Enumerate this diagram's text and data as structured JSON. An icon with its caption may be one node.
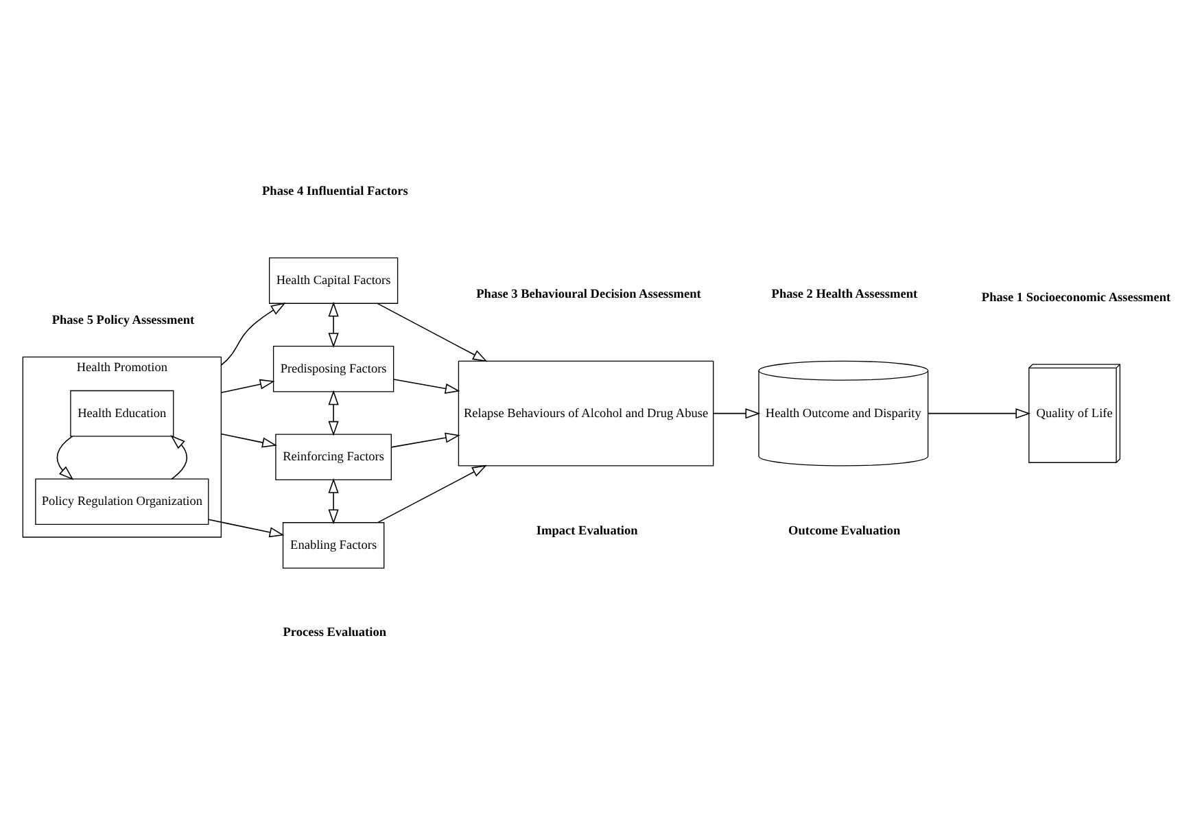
{
  "diagram": {
    "nodes": [
      {
        "text": [
          "Health Promotion"
        ]
      },
      {
        "text": [
          "Health Education"
        ],
        "in": 0
      },
      {
        "text": [
          "Policy Regulation Organization"
        ],
        "in": 0
      },
      {
        "text": [
          "Health Capital Factors"
        ]
      },
      {
        "text": [
          "Predisposing Factors"
        ]
      },
      {
        "text": [
          "Reinforcing Factors"
        ]
      },
      {
        "text": [
          "Enabling Factors"
        ]
      },
      {
        "text": [
          "Relapse Behaviours of Alcohol and Drug Abuse"
        ]
      },
      {
        "text": [
          "Health Outcome and Disparity"
        ]
      },
      {
        "text": [
          "Quality of Life"
        ]
      }
    ],
    "edges": [
      {
        "from": 0,
        "to": 3,
        "arrow": "to"
      },
      {
        "from": 0,
        "to": 4,
        "arrow": "to"
      },
      {
        "from": 0,
        "to": 5,
        "arrow": "to"
      },
      {
        "from": 2,
        "to": 1,
        "arrow": "to"
      },
      {
        "from": 1,
        "to": 2,
        "arrow": "to"
      },
      {
        "from": 2,
        "to": 6,
        "arrow": "to"
      },
      {
        "from": 3,
        "to": 4,
        "arrow": "both"
      },
      {
        "from": 4,
        "to": 5,
        "arrow": "both"
      },
      {
        "from": 5,
        "to": 6,
        "arrow": "both"
      },
      {
        "from": 3,
        "to": 7,
        "arrow": "to"
      },
      {
        "from": 4,
        "to": 7,
        "arrow": "to"
      },
      {
        "from": 5,
        "to": 7,
        "arrow": "to"
      },
      {
        "from": 6,
        "to": 7,
        "arrow": "to"
      },
      {
        "from": 7,
        "to": 8,
        "arrow": "to"
      },
      {
        "from": 8,
        "to": 9,
        "arrow": "to"
      }
    ],
    "labels": [
      "Phase 5 Policy Assessment",
      "Phase 4 Influential Factors",
      "Phase 3 Behavioural Decision Assessment",
      "Phase 2 Health Assessment",
      "Phase 1 Socioeconomic Assessment",
      "Process Evaluation",
      "Impact Evaluation",
      "Outcome Evaluation"
    ]
  }
}
